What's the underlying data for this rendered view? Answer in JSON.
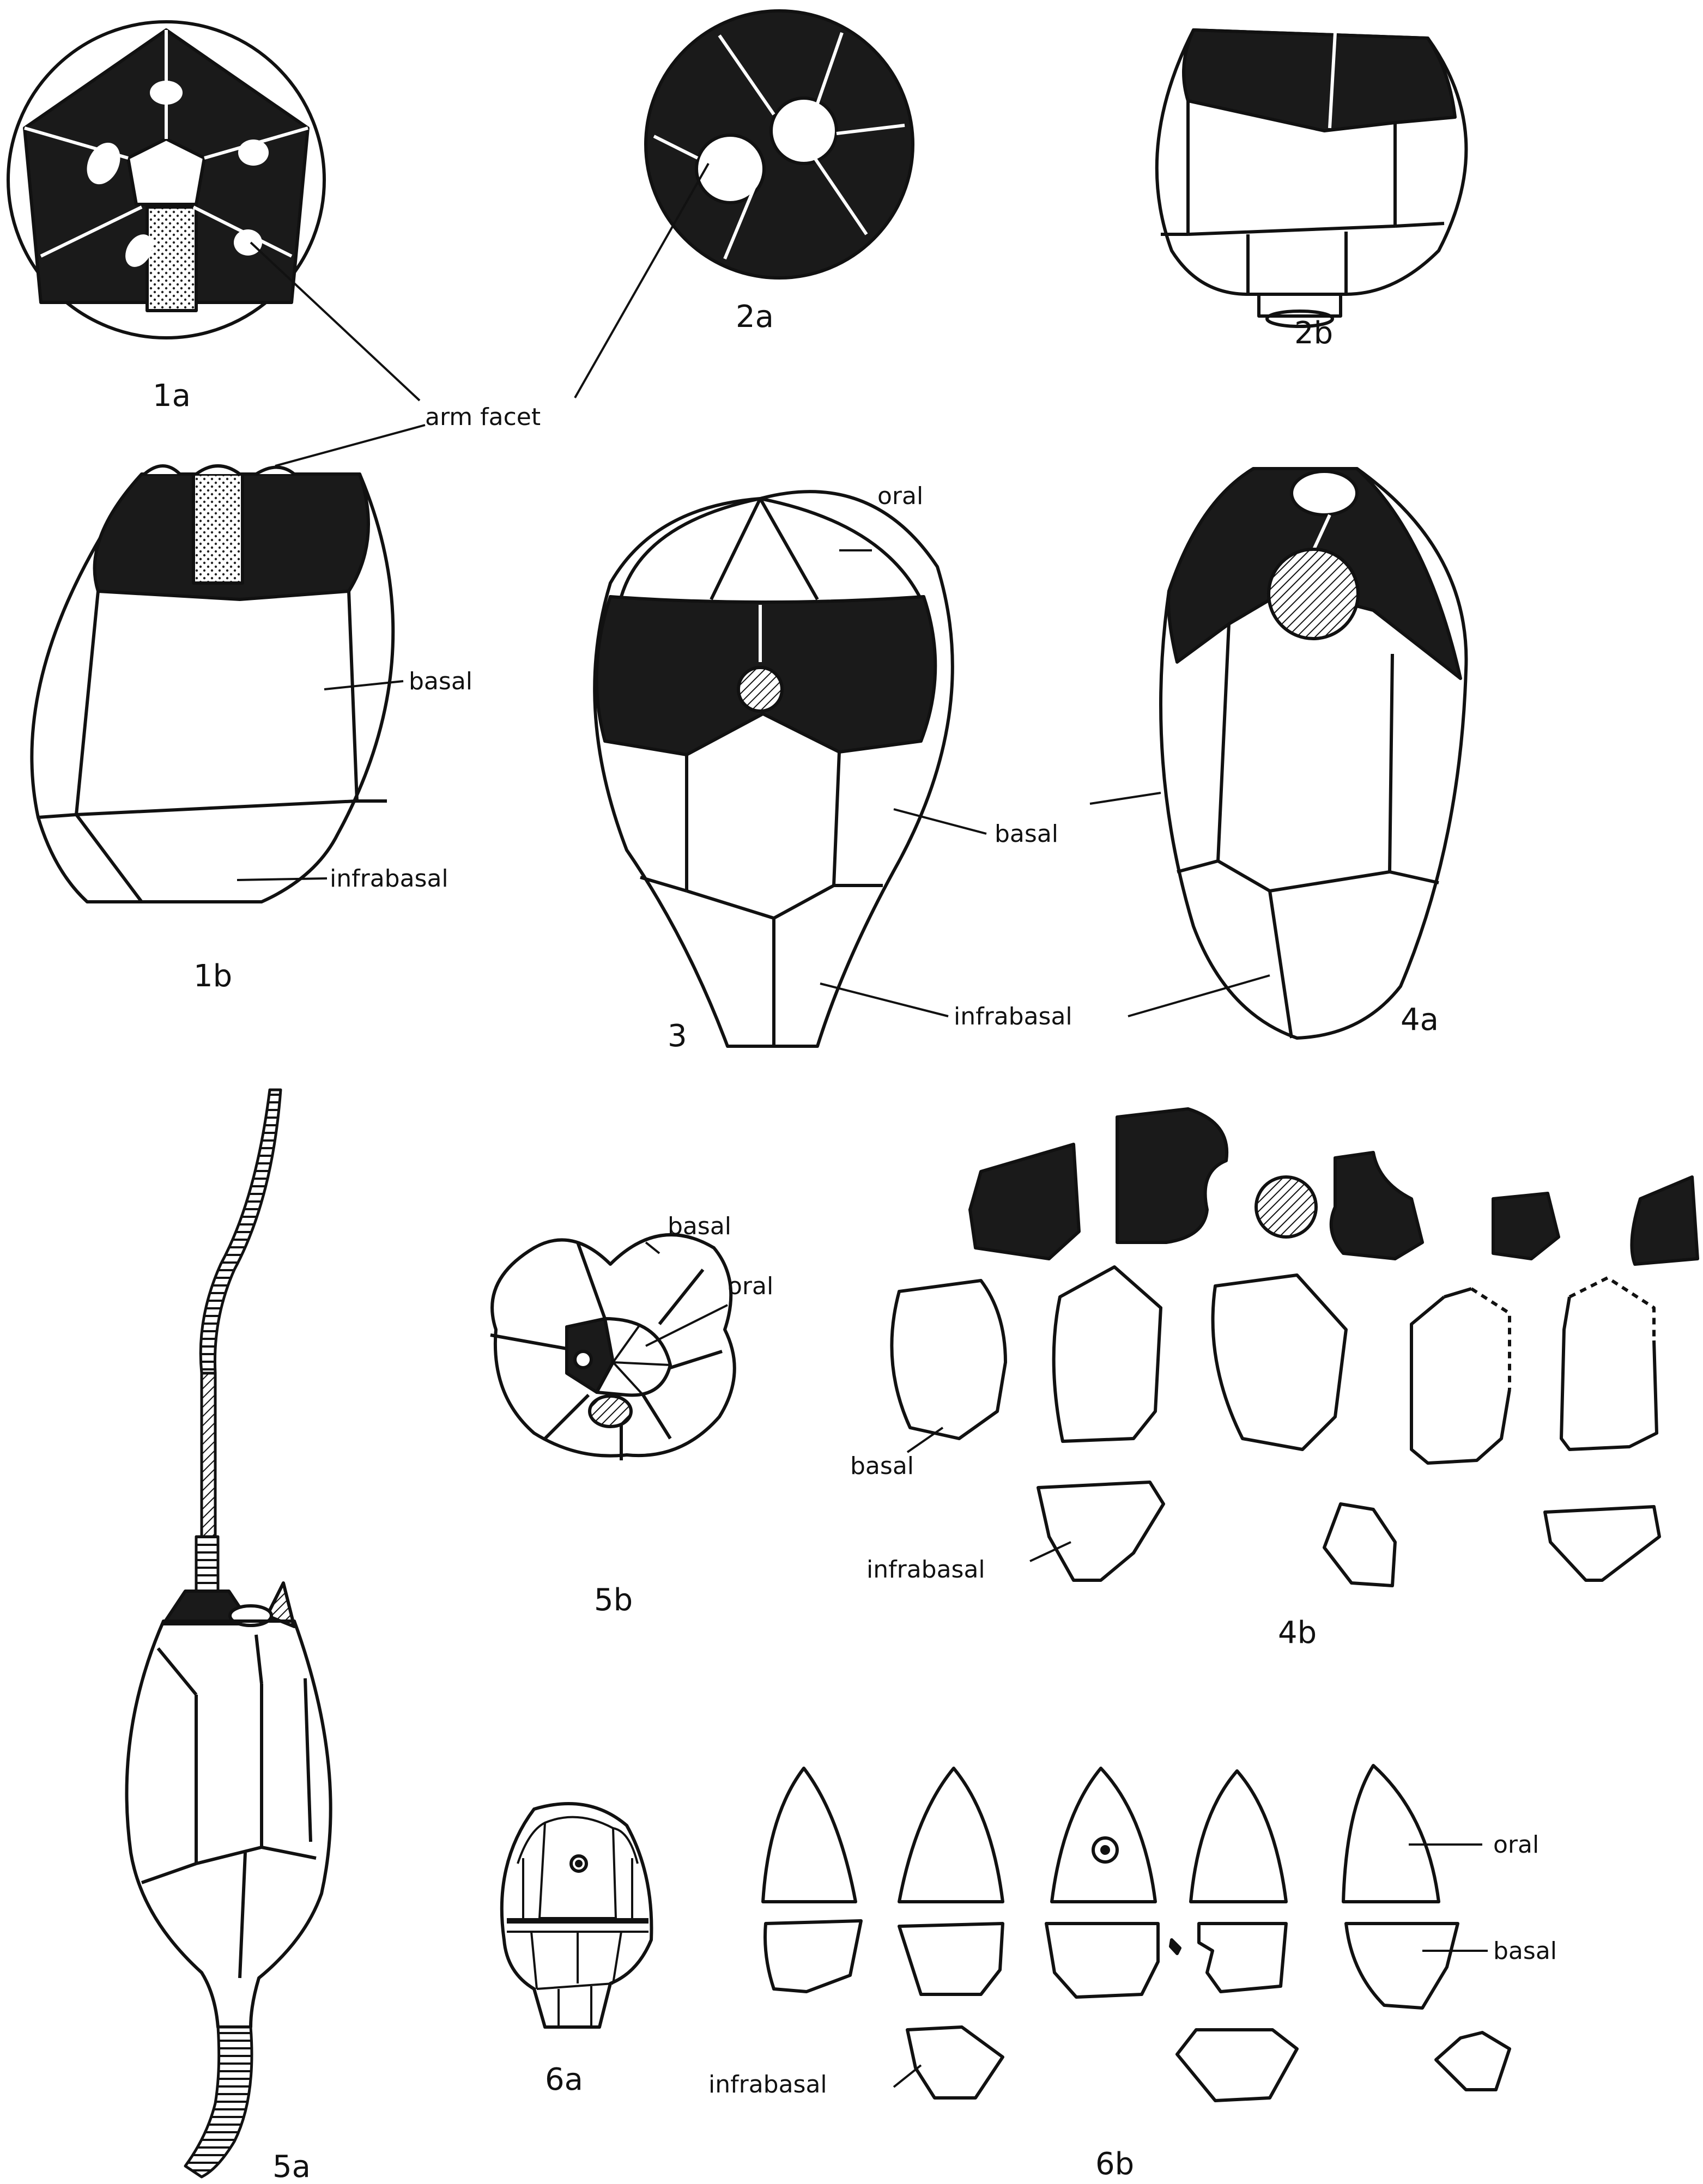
{
  "labels": {
    "arm_facet": "arm facet",
    "oral": "oral",
    "basal": "basal",
    "infrabasal": "infrabasal"
  },
  "figures": {
    "f1a": "1a",
    "f1b": "1b",
    "f2a": "2a",
    "f2b": "2b",
    "f3": "3",
    "f4a": "4a",
    "f4b": "4b",
    "f5a": "5a",
    "f5b": "5b",
    "f6a": "6a",
    "f6b": "6b"
  },
  "colors": {
    "ink": "#111111",
    "radial_plate": "#1a1a1a",
    "anal_stipple": "#e8e8e8",
    "background": "#ffffff"
  }
}
